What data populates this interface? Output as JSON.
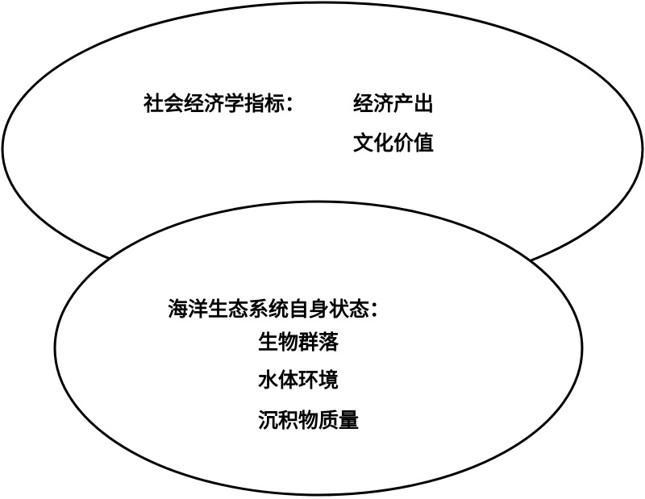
{
  "colors": {
    "stroke": "#000000",
    "fill": "#ffffff",
    "text": "#000000"
  },
  "top_ellipse": {
    "heading": "社会经济学指标：",
    "items": [
      "经济产出",
      "文化价值"
    ]
  },
  "bottom_ellipse": {
    "heading": "海洋生态系统自身状态：",
    "items": [
      "生物群落",
      "水体环境",
      "沉积物质量"
    ]
  }
}
